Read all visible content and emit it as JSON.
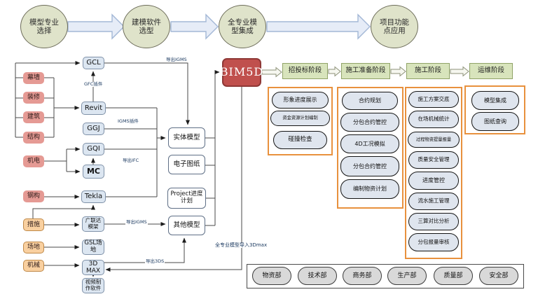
{
  "steps": [
    "模型专业选择",
    "建模软件选型",
    "全专业模型集成",
    "项目功能点应用"
  ],
  "disciplines": [
    "幕墙",
    "装修",
    "建筑",
    "结构",
    "机电",
    "钢构",
    "措施",
    "场地",
    "机械"
  ],
  "software": [
    "GCL",
    "Revit",
    "GGJ",
    "GQI",
    "MC",
    "Tekla",
    "广联达模架",
    "GSL场地",
    "3D MAX",
    "视频制作软件"
  ],
  "models": [
    "实体模型",
    "电子图纸",
    "Project进度计划",
    "其他模型"
  ],
  "hub": {
    "label": "BIM5D"
  },
  "stages": [
    {
      "label": "招投标阶段",
      "items": [
        "形象进度展示",
        "资金资源计划编制",
        "碰撞检查"
      ]
    },
    {
      "label": "施工准备阶段",
      "items": [
        "合约规划",
        "分包合约管控",
        "4D工况模拟",
        "分包合约管控",
        "编制物资计划"
      ]
    },
    {
      "label": "施工阶段",
      "items": [
        "施工方案交底",
        "在场机械统计",
        "过程物资提量报量",
        "质量安全管理",
        "进度管控",
        "流水施工管理",
        "三算对比分析",
        "分包报量审核"
      ]
    },
    {
      "label": "运维阶段",
      "items": [
        "模型集成",
        "图纸查询"
      ]
    }
  ],
  "departments": [
    "物资部",
    "技术部",
    "商务部",
    "生产部",
    "质量部",
    "安全部"
  ],
  "edge_labels": {
    "export_igms_top": "导出IGMS",
    "gfc_plugin": "GFC插件",
    "igms_plugin": "IGMS插件",
    "export_ifc": "导出IFC",
    "export_igms_mid": "导出IGMS",
    "export_3ds": "导出3DS",
    "import_3dmax": "全专业模型导入3Dmax"
  },
  "colors": {
    "hub_fill": "#c0504d",
    "stage_fill": "#d8e4bc",
    "container_border": "#e8913d",
    "discipline_red": "#e59a94",
    "discipline_orange": "#f9d0a0",
    "software_fill": "#dce6f1",
    "pill_fill": "#dfe5ee",
    "department_fill": "#d9d9d9",
    "ellipse_fill": "#dfe3ca",
    "edge_label_color": "#17365d"
  }
}
